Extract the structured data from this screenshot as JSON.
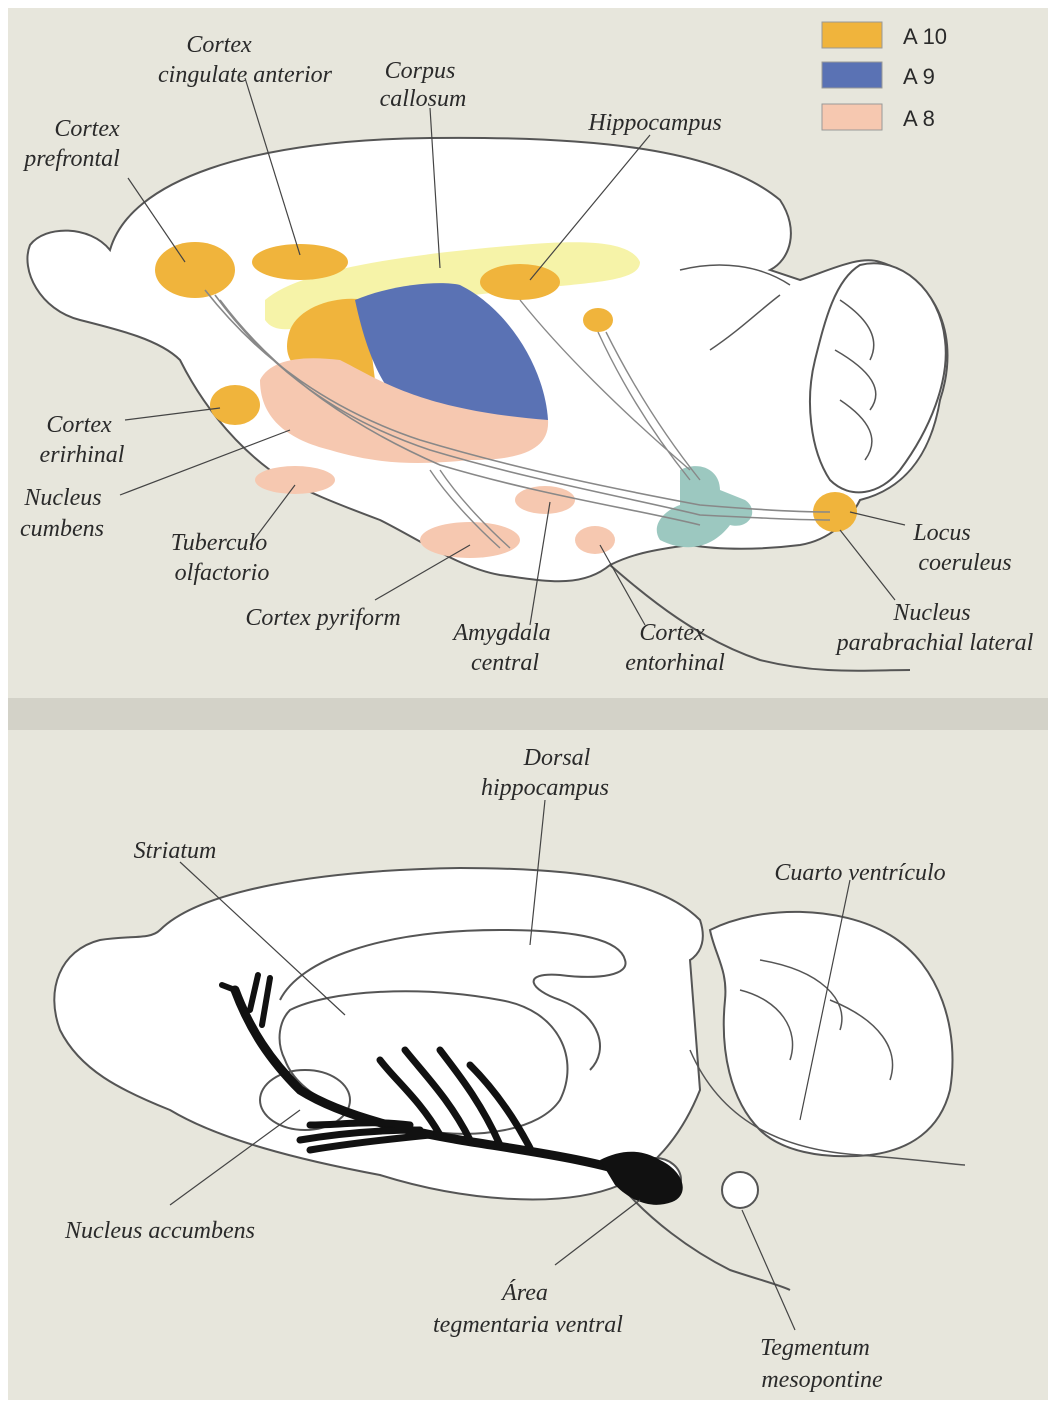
{
  "colors": {
    "panel_background": "#e7e6dc",
    "a10": "#f0b43c",
    "a9": "#5a72b4",
    "a8": "#f6c8b0",
    "corpus_callosum": "#f6f3a8",
    "teal": "#9cc8c0",
    "pathway": "#111111"
  },
  "legend": [
    {
      "label": "A 10",
      "color": "#f0b43c"
    },
    {
      "label": "A 9",
      "color": "#5a72b4"
    },
    {
      "label": "A 8",
      "color": "#f6c8b0"
    }
  ],
  "top_diagram": {
    "labels": {
      "cortex_cingulate_anterior": [
        "Cortex",
        "cingulate anterior"
      ],
      "corpus_callosum": [
        "Corpus",
        "callosum"
      ],
      "cortex_prefrontal": [
        "Cortex",
        "prefrontal"
      ],
      "hippocampus": [
        "Hippocampus"
      ],
      "cortex_erirhinal": [
        "Cortex",
        "erirhinal"
      ],
      "nucleus_cumbens": [
        "Nucleus",
        "cumbens"
      ],
      "tuberculo_olfactorio": [
        "Tuberculo",
        "olfactorio"
      ],
      "cortex_pyriform": [
        "Cortex pyriform"
      ],
      "amygdala_central": [
        "Amygdala",
        "central"
      ],
      "cortex_entorhinal": [
        "Cortex",
        "entorhinal"
      ],
      "locus_coeruleus": [
        "Locus",
        "coeruleus"
      ],
      "nucleus_parabrachial_lateral": [
        "Nucleus",
        "parabrachial lateral"
      ]
    }
  },
  "bottom_diagram": {
    "labels": {
      "dorsal_hippocampus": [
        "Dorsal",
        "hippocampus"
      ],
      "striatum": [
        "Striatum"
      ],
      "cuarto_ventriculo": [
        "Cuarto ventrículo"
      ],
      "nucleus_accumbens": [
        "Nucleus accumbens"
      ],
      "area_tegmentaria_ventral": [
        "Área",
        "tegmentaria ventral"
      ],
      "tegmentum_mesopontine": [
        "Tegmentum",
        "mesopontine"
      ]
    }
  }
}
